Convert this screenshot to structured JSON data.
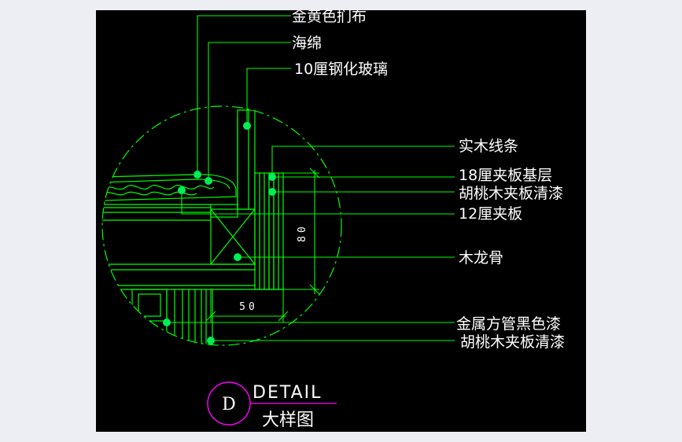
{
  "labels": {
    "fabric": "金黄色扪布",
    "sponge": "海绵",
    "glass": "10厘钢化玻璃",
    "molding": "实木线条",
    "plywood18": "18厘夹板基层",
    "walnut1": "胡桃木夹板清漆",
    "plywood12": "12厘夹板",
    "keel": "木龙骨",
    "tube": "金属方管黑色漆",
    "walnut2": "胡桃木夹板清漆"
  },
  "dimensions": {
    "height": "80",
    "width": "50"
  },
  "title": {
    "symbol": "D",
    "en": "DETAIL",
    "cn": "大样图"
  },
  "colors": {
    "background": "#000000",
    "page": "#eceef3",
    "line_green": "#00ff00",
    "dot_green": "#00ee55",
    "text": "#ffffff",
    "title_circle": "#ff00ff"
  }
}
